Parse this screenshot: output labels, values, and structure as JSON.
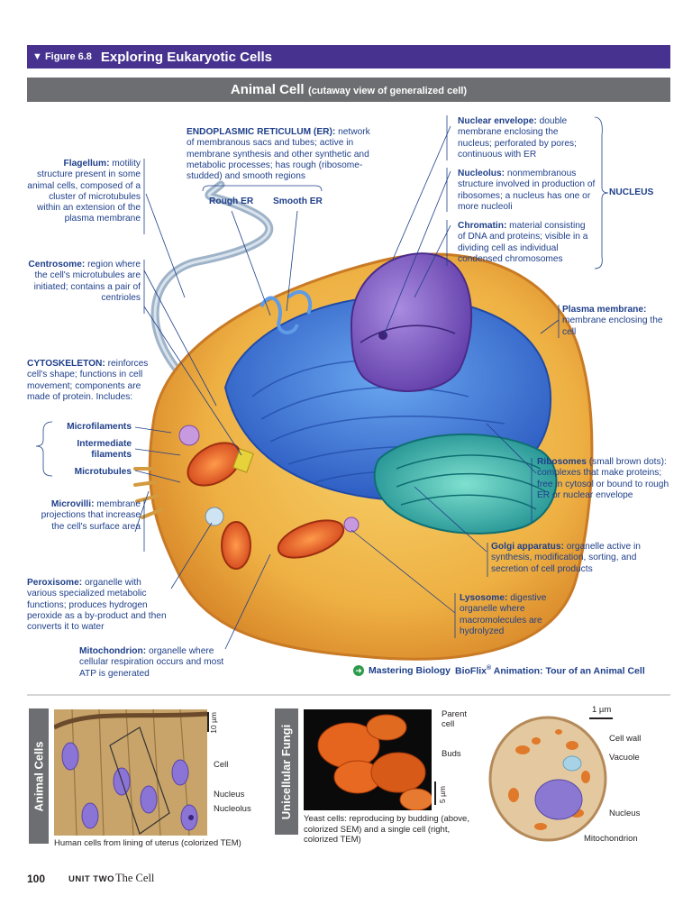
{
  "figure": {
    "label": "▼ Figure 6.8",
    "title": "Exploring Eukaryotic Cells"
  },
  "panel": {
    "title": "Animal Cell",
    "subtitle": "(cutaway view of generalized cell)"
  },
  "labels": {
    "flagellum": {
      "term": "Flagellum:",
      "text": " motility structure present in some animal cells, composed of a cluster of microtubules within an extension of the plasma membrane"
    },
    "centrosome": {
      "term": "Centrosome:",
      "text": " region where the cell's microtubules are initiated; contains a pair of centrioles"
    },
    "cytoskeleton": {
      "term": "CYTOSKELETON:",
      "text": " reinforces cell's shape; functions in cell movement; components are made of protein. Includes:"
    },
    "microfilaments": "Microfilaments",
    "intermediate": "Intermediate filaments",
    "microtubules": "Microtubules",
    "microvilli": {
      "term": "Microvilli:",
      "text": " membrane projections that increase the cell's surface area"
    },
    "peroxisome": {
      "term": "Peroxisome:",
      "text": " organelle with various specialized metabolic functions; produces hydrogen peroxide as a by-product and then converts it to water"
    },
    "mitochondrion": {
      "term": "Mitochondrion:",
      "text": " organelle where cellular respiration occurs and most ATP is generated"
    },
    "er": {
      "term": "ENDOPLASMIC RETICULUM (ER):",
      "text": " network of membranous sacs and tubes; active in membrane synthesis and other synthetic and metabolic processes; has rough (ribosome-studded) and smooth regions"
    },
    "rough_er": "Rough ER",
    "smooth_er": "Smooth ER",
    "nuclear_envelope": {
      "term": "Nuclear envelope:",
      "text": " double membrane enclosing the nucleus; perforated by pores; continuous with ER"
    },
    "nucleolus": {
      "term": "Nucleolus:",
      "text": " nonmembranous structure involved in production of ribosomes; a nucleus has one or more nucleoli"
    },
    "nucleus_group": "NUCLEUS",
    "chromatin": {
      "term": "Chromatin:",
      "text": " material consisting of DNA and proteins; visible in a dividing cell as individual condensed chromosomes"
    },
    "plasma_membrane": {
      "term": "Plasma membrane:",
      "text": " membrane enclosing the cell"
    },
    "ribosomes": {
      "term": "Ribosomes",
      "text": " (small brown dots): complexes that make proteins; free in cytosol or bound to rough ER or nuclear envelope"
    },
    "golgi": {
      "term": "Golgi apparatus:",
      "text": " organelle active in synthesis, modification, sorting, and secretion of cell products"
    },
    "lysosome": {
      "term": "Lysosome:",
      "text": " digestive organelle where macromolecules are hydrolyzed"
    }
  },
  "mastering": {
    "prefix": "Mastering Biology",
    "product": "BioFlix",
    "reg": "®",
    "text": " Animation: Tour of an Animal Cell"
  },
  "animal_cells": {
    "tab": "Animal Cells",
    "scale": "10 µm",
    "cell": "Cell",
    "nucleus": "Nucleus",
    "nucleolus": "Nucleolus",
    "caption": "Human cells from lining of uterus (colorized TEM)"
  },
  "fungi": {
    "tab": "Unicellular Fungi",
    "parent": "Parent cell",
    "buds": "Buds",
    "scale": "5 µm",
    "caption": "Yeast cells: reproducing by budding (above, colorized SEM) and a single cell (right, colorized TEM)",
    "scale2": "1 µm",
    "cell_wall": "Cell wall",
    "vacuole": "Vacuole",
    "nucleus": "Nucleus",
    "mitochondrion": "Mitochondrion"
  },
  "footer": {
    "page": "100",
    "unit": "UNIT TWO",
    "chapter": "The Cell"
  }
}
